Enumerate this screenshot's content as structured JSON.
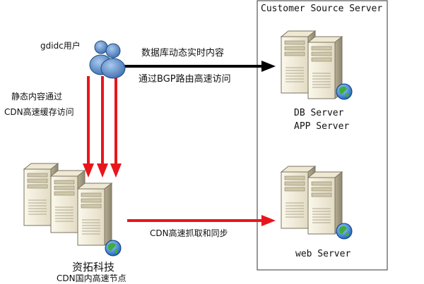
{
  "source_box": {
    "title": "Customer Source Server"
  },
  "db_group": {
    "line1": "DB Server",
    "line2": "APP Server"
  },
  "web_group": {
    "label": "web Server"
  },
  "users": {
    "label": "gdidc用户"
  },
  "dynamic_link": {
    "line1": "数据库动态实时内容",
    "line2": "通过BGP路由高速访问"
  },
  "static_link": {
    "line1": "静态内容通过",
    "line2": "CDN高速缓存访问"
  },
  "cdn_link": {
    "label": "CDN高速抓取和同步"
  },
  "cdn_node": {
    "name": "资拓科技",
    "caption": "CDN国内高速节点"
  },
  "colors": {
    "arrow_black": "#000000",
    "arrow_red": "#e8161c",
    "box_border": "#555555"
  }
}
